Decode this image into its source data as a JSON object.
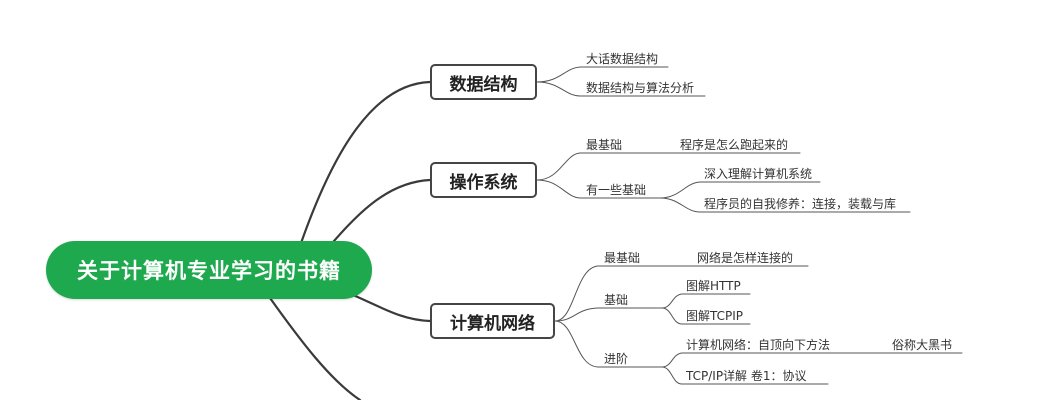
{
  "root": {
    "label": "关于计算机专业学习的书籍"
  },
  "branches": [
    {
      "label": "数据结构",
      "items": [
        "大话数据结构",
        "数据结构与算法分析"
      ]
    },
    {
      "label": "操作系统",
      "groups": [
        {
          "label": "最基础",
          "items": [
            "程序是怎么跑起来的"
          ]
        },
        {
          "label": "有一些基础",
          "items": [
            "深入理解计算机系统",
            "程序员的自我修养：连接，装载与库"
          ]
        }
      ]
    },
    {
      "label": "计算机网络",
      "groups": [
        {
          "label": "最基础",
          "items": [
            "网络是怎样连接的"
          ]
        },
        {
          "label": "基础",
          "items": [
            "图解HTTP",
            "图解TCPIP"
          ]
        },
        {
          "label": "进阶",
          "items": [
            "计算机网络：自顶向下方法",
            "TCP/IP详解 卷1：协议"
          ],
          "note": "俗称大黑书"
        }
      ]
    }
  ]
}
